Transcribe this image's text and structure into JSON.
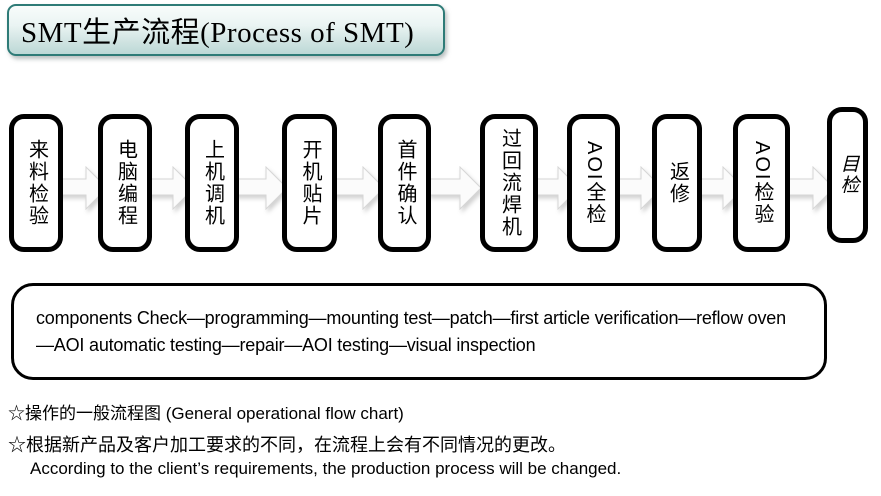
{
  "title": {
    "text": "SMT生产流程(Process of SMT)"
  },
  "flow": {
    "steps": [
      {
        "label": "来料检验"
      },
      {
        "label": "电脑编程"
      },
      {
        "label": "上机调机"
      },
      {
        "label": "开机贴片"
      },
      {
        "label": "首件确认"
      },
      {
        "label": "过回流焊机"
      },
      {
        "label": "AOI全检"
      },
      {
        "label": "返修"
      },
      {
        "label": "AOI检验"
      },
      {
        "label": "目检"
      }
    ],
    "arrow_icon": "right-block-arrow"
  },
  "summary_box": {
    "text": "components Check—programming—mounting test—patch—first article verification—reflow oven—AOI automatic testing—repair—AOI testing—visual inspection"
  },
  "notes": [
    {
      "text": "☆操作的一般流程图 (General operational flow chart)"
    },
    {
      "text": "☆根据新产品及客户加工要求的不同，在流程上会有不同情况的更改。"
    },
    {
      "text": "According to the client’s requirements, the production process will be changed."
    }
  ],
  "colors": {
    "title_border": "#2e7b77",
    "title_fill_top": "#f8fcfb",
    "title_fill_bottom": "#bcd8d6",
    "flow_box_border": "#000000",
    "flow_box_fill": "#ffffff",
    "arrow_fill": "#fbfbfb",
    "arrow_stroke": "#d6d6d6",
    "text": "#000000",
    "background": "#ffffff"
  }
}
